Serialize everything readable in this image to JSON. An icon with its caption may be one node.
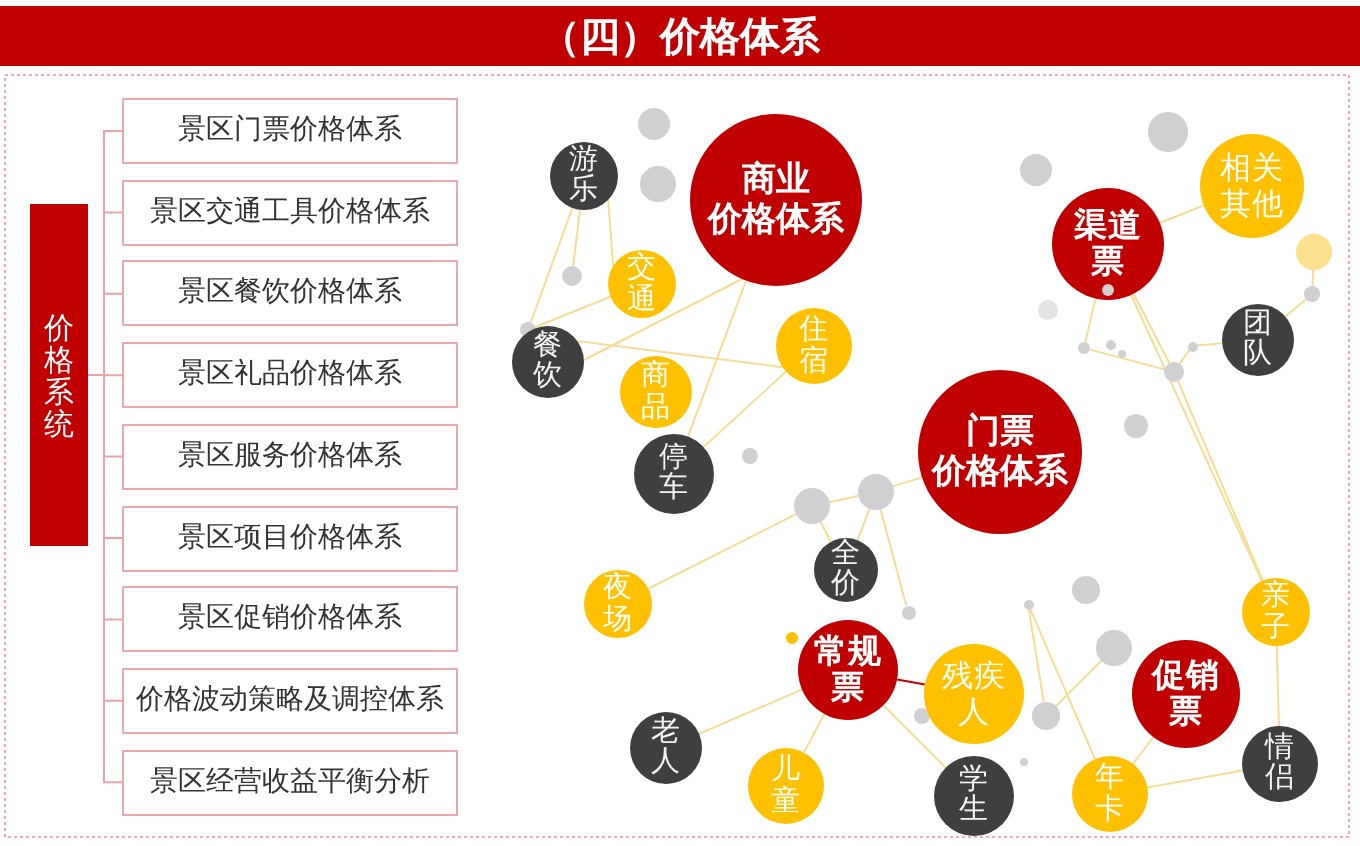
{
  "diagram": {
    "title": "（四）价格体系",
    "nodes": [
      {
        "text": [
          "价格系统"
        ]
      },
      {
        "text": [
          "景区门票价格体系"
        ]
      },
      {
        "text": [
          "景区交通工具价格体系"
        ]
      },
      {
        "text": [
          "景区餐饮价格体系"
        ]
      },
      {
        "text": [
          "景区礼品价格体系"
        ]
      },
      {
        "text": [
          "景区服务价格体系"
        ]
      },
      {
        "text": [
          "景区项目价格体系"
        ]
      },
      {
        "text": [
          "景区促销价格体系"
        ]
      },
      {
        "text": [
          "价格波动策略及调控体系"
        ]
      },
      {
        "text": [
          "景区经营收益平衡分析"
        ]
      },
      {
        "text": [
          "游乐"
        ]
      },
      {
        "text": [
          "商业价格体系"
        ]
      },
      {
        "text": [
          "相关其他"
        ]
      },
      {
        "text": [
          "渠道票"
        ]
      },
      {
        "text": [
          "交通"
        ]
      },
      {
        "text": [
          "团队"
        ]
      },
      {
        "text": [
          "住宿"
        ]
      },
      {
        "text": [
          "餐饮"
        ]
      },
      {
        "text": [
          "商品"
        ]
      },
      {
        "text": [
          "门票价格体系"
        ]
      },
      {
        "text": [
          "停车"
        ]
      },
      {
        "text": [
          "全价"
        ]
      },
      {
        "text": [
          "夜场"
        ]
      },
      {
        "text": [
          "亲子"
        ]
      },
      {
        "text": [
          "常规票"
        ]
      },
      {
        "text": [
          "残疾人"
        ]
      },
      {
        "text": [
          "促销票"
        ]
      },
      {
        "text": [
          "老人"
        ]
      },
      {
        "text": [
          "情侣"
        ]
      },
      {
        "text": [
          "儿童"
        ]
      },
      {
        "text": [
          "年卡"
        ]
      },
      {
        "text": [
          "学生"
        ]
      },
      {
        "text": [],
        "shape": "circle"
      },
      {
        "text": [],
        "shape": "circle"
      },
      {
        "text": [],
        "shape": "circle"
      },
      {
        "text": [],
        "shape": "circle"
      },
      {
        "text": [],
        "shape": "circle"
      },
      {
        "text": [],
        "shape": "circle"
      },
      {
        "text": [],
        "shape": "circle"
      },
      {
        "text": [],
        "shape": "circle"
      },
      {
        "text": [],
        "shape": "circle"
      },
      {
        "text": [],
        "shape": "circle"
      },
      {
        "text": [],
        "shape": "circle"
      },
      {
        "text": [],
        "shape": "circle"
      },
      {
        "text": [],
        "shape": "circle"
      },
      {
        "text": [],
        "shape": "circle"
      },
      {
        "text": [],
        "shape": "circle"
      },
      {
        "text": [],
        "shape": "circle"
      },
      {
        "text": [],
        "shape": "circle"
      },
      {
        "text": [],
        "shape": "circle",
        "in": 13
      },
      {
        "text": [],
        "shape": "circle"
      },
      {
        "text": [],
        "shape": "circle"
      },
      {
        "text": [],
        "shape": "circle"
      },
      {
        "text": [],
        "shape": "circle"
      },
      {
        "text": [],
        "shape": "circle"
      },
      {
        "text": [],
        "shape": "circle"
      },
      {
        "text": [],
        "shape": "circle"
      },
      {
        "text": [],
        "shape": "circle"
      },
      {
        "text": [],
        "shape": "circle"
      }
    ],
    "edges": [
      {
        "from": 0,
        "to": 1,
        "arrow": "none",
        "color": "#e8a2a8"
      },
      {
        "from": 0,
        "to": 2,
        "arrow": "none",
        "color": "#e8a2a8"
      },
      {
        "from": 0,
        "to": 3,
        "arrow": "none",
        "color": "#e8a2a8"
      },
      {
        "from": 0,
        "to": 4,
        "arrow": "none",
        "color": "#e8a2a8"
      },
      {
        "from": 0,
        "to": 5,
        "arrow": "none",
        "color": "#e8a2a8"
      },
      {
        "from": 0,
        "to": 6,
        "arrow": "none",
        "color": "#e8a2a8"
      },
      {
        "from": 0,
        "to": 7,
        "arrow": "none",
        "color": "#e8a2a8"
      },
      {
        "from": 0,
        "to": 8,
        "arrow": "none",
        "color": "#e8a2a8"
      },
      {
        "from": 0,
        "to": 9,
        "arrow": "none",
        "color": "#e8a2a8"
      },
      {
        "from": 10,
        "to": 33,
        "arrow": "none"
      },
      {
        "from": 10,
        "to": 32,
        "arrow": "none"
      },
      {
        "from": 10,
        "to": 14,
        "arrow": "none"
      },
      {
        "from": 32,
        "to": 14,
        "arrow": "none"
      },
      {
        "from": 11,
        "to": 17,
        "arrow": "none"
      },
      {
        "from": 17,
        "to": 16,
        "arrow": "none"
      },
      {
        "from": 11,
        "to": 20,
        "arrow": "none"
      },
      {
        "from": 16,
        "to": 20,
        "arrow": "none"
      },
      {
        "from": 13,
        "to": 12,
        "arrow": "none"
      },
      {
        "from": 13,
        "to": 55,
        "arrow": "none"
      },
      {
        "from": 13,
        "to": 47,
        "arrow": "none"
      },
      {
        "from": 47,
        "to": 55,
        "arrow": "none"
      },
      {
        "from": 55,
        "to": 56,
        "arrow": "none"
      },
      {
        "from": 56,
        "to": 15,
        "arrow": "none"
      },
      {
        "from": 15,
        "to": 57,
        "arrow": "none"
      },
      {
        "from": 57,
        "to": 58,
        "arrow": "none"
      },
      {
        "from": 55,
        "to": 23,
        "arrow": "none"
      },
      {
        "from": 13,
        "to": 23,
        "arrow": "none"
      },
      {
        "from": 22,
        "to": 38,
        "arrow": "none"
      },
      {
        "from": 38,
        "to": 39,
        "arrow": "none"
      },
      {
        "from": 39,
        "to": 19,
        "arrow": "none"
      },
      {
        "from": 39,
        "to": 21,
        "arrow": "none"
      },
      {
        "from": 38,
        "to": 21,
        "arrow": "none"
      },
      {
        "from": 39,
        "to": 40,
        "arrow": "none"
      },
      {
        "from": 24,
        "to": 27,
        "arrow": "none"
      },
      {
        "from": 24,
        "to": 29,
        "arrow": "none"
      },
      {
        "from": 24,
        "to": 25,
        "arrow": "none",
        "color": "#c00000"
      },
      {
        "from": 24,
        "to": 31,
        "arrow": "none"
      },
      {
        "from": 43,
        "to": 45,
        "arrow": "none"
      },
      {
        "from": 43,
        "to": 30,
        "arrow": "none"
      },
      {
        "from": 45,
        "to": 51,
        "arrow": "none"
      },
      {
        "from": 26,
        "to": 30,
        "arrow": "none"
      },
      {
        "from": 30,
        "to": 28,
        "arrow": "none"
      },
      {
        "from": 23,
        "to": 28,
        "arrow": "none"
      }
    ]
  }
}
